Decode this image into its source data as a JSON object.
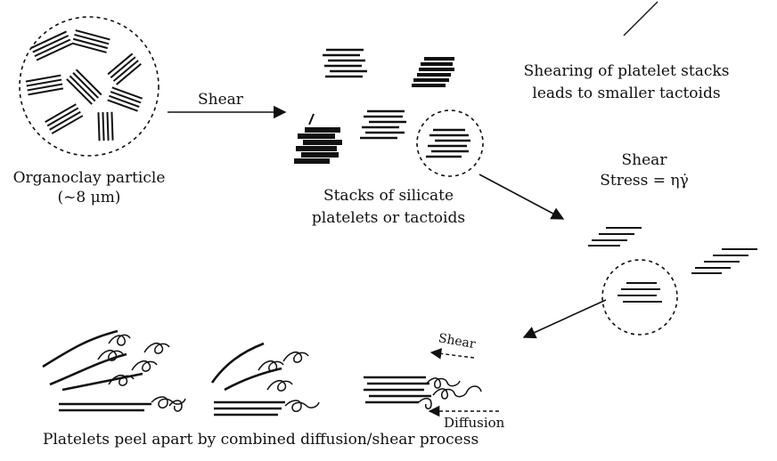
{
  "labels": {
    "organoclay_particle": "Organoclay particle",
    "particle_size": "(~8 μm)",
    "shear_arrow": "Shear",
    "stacks_line1": "Stacks of silicate",
    "stacks_line2": "platelets or tactoids",
    "shearing_line1": "Shearing of platelet stacks",
    "shearing_line2": "leads to smaller tactoids",
    "shear_stress_line1": "Shear",
    "shear_stress_line2": "Stress = ηγ̇",
    "shear_small": "Shear",
    "diffusion": "Diffusion",
    "caption": "Platelets peel apart by combined diffusion/shear process"
  },
  "colors": {
    "ink": "#111111",
    "background": "#ffffff"
  }
}
